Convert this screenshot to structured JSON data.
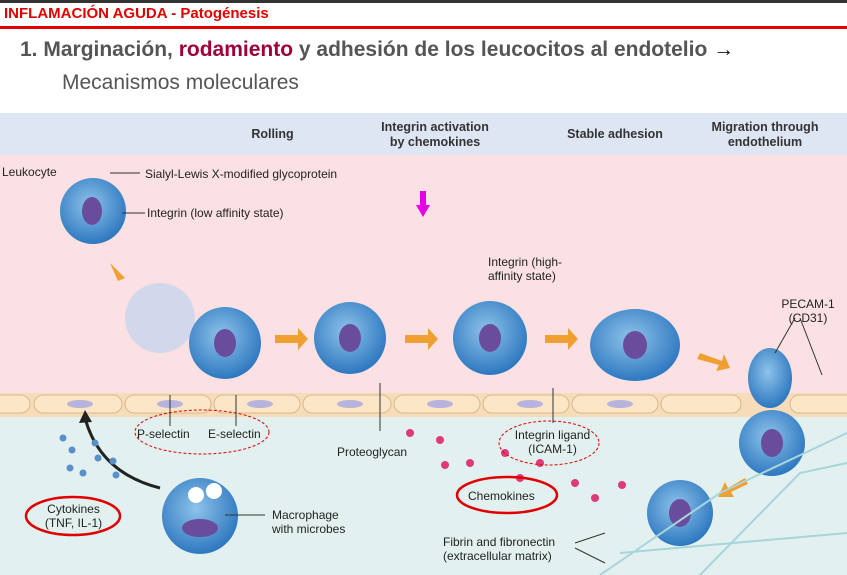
{
  "section_title": "INFLAMACIÓN AGUDA - Patogénesis",
  "title": {
    "prefix": "1. Marginación, ",
    "highlight": "rodamiento",
    "suffix": " y adhesión de los leucocitos al endotelio ",
    "arrow": "→"
  },
  "subtitle": "Mecanismos moleculares",
  "diagram": {
    "headers": [
      "Rolling",
      "Integrin activation by chemokines",
      "Stable adhesion",
      "Migration through endothelium"
    ],
    "labels": {
      "leukocyte": "Leukocyte",
      "sialyl": "Sialyl-Lewis X-modified glycoprotein",
      "integrin_low": "Integrin (low affinity state)",
      "integrin_high": "Integrin (high-affinity state)",
      "pecam": "PECAM-1 (CD31)",
      "p_selectin": "P-selectin",
      "e_selectin": "E-selectin",
      "proteoglycan": "Proteoglycan",
      "integrin_ligand": "Integrin ligand (ICAM-1)",
      "chemokines": "Chemokines",
      "cytokines": "Cytokines (TNF, IL-1)",
      "macrophage": "Macrophage with microbes",
      "fibrin": "Fibrin and fibronectin (extracellular matrix)"
    },
    "colors": {
      "header_bg": "#dfe6f3",
      "vessel_bg": "#fbe1e3",
      "tissue_bg": "#e2f1ef",
      "highlight": "#e00000",
      "pointer": "#e600e6"
    }
  }
}
